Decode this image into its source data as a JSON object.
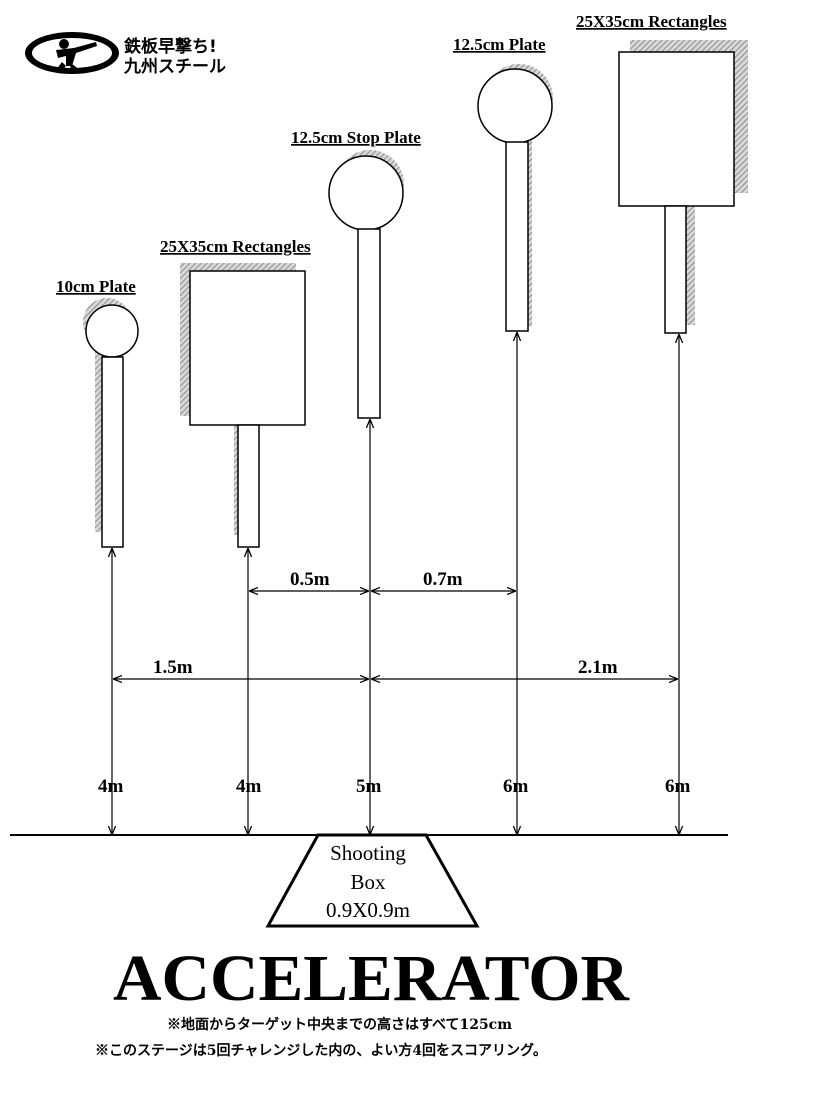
{
  "logo": {
    "line1": "鉄板早撃ち!",
    "line2": "九州スチール"
  },
  "targets": {
    "plate_10": {
      "label": "10cm Plate",
      "distance": "4m"
    },
    "rect_left": {
      "label": "25X35cm Rectangles",
      "distance": "4m"
    },
    "stop_plate": {
      "label": "12.5cm Stop Plate",
      "distance": "5m"
    },
    "plate_125": {
      "label": "12.5cm Plate",
      "distance": "6m"
    },
    "rect_right": {
      "label": "25X35cm Rectangles",
      "distance": "6m"
    }
  },
  "spacing": {
    "left_rect_to_stop": "0.5m",
    "stop_to_plate": "0.7m",
    "left_total": "1.5m",
    "right_total": "2.1m"
  },
  "shooting_box": {
    "line1": "Shooting",
    "line2": "Box",
    "line3": "0.9X0.9m"
  },
  "stage_title": "ACCELERATOR",
  "notes": {
    "line1": "※地面からターゲット中央までの高さはすべて125cm",
    "line2": "※このステージは5回チャレンジした内の、よい方4回をスコアリング。"
  },
  "colors": {
    "line": "#000000",
    "shadow": "#9a9a9a",
    "background": "#ffffff"
  }
}
